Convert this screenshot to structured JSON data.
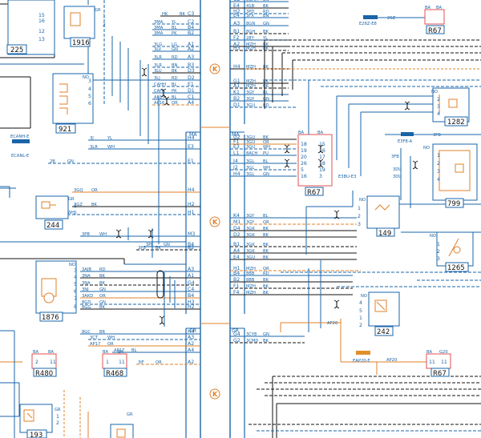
{
  "palette": {
    "blue": "#1a64a8",
    "orange": "#e0802a",
    "red": "#e05050",
    "black": "#111111",
    "green": "#2a8a3a",
    "splice": "#1a64a8",
    "splice_orange": "#e0902a"
  },
  "components": [
    {
      "id": "225"
    },
    {
      "id": "1916"
    },
    {
      "id": "921"
    },
    {
      "id": "244"
    },
    {
      "id": "1876"
    },
    {
      "id": "193"
    },
    {
      "id": "R480"
    },
    {
      "id": "R468"
    },
    {
      "id": "R67"
    },
    {
      "id": "1282"
    },
    {
      "id": "799"
    },
    {
      "id": "149"
    },
    {
      "id": "1265"
    },
    {
      "id": "242"
    }
  ],
  "k_markers": [
    "K",
    "K",
    "K"
  ],
  "left_connector": {
    "pins": [
      "C3",
      "C2",
      "B4",
      "B2",
      "A1",
      "A2",
      "A3",
      "B3",
      "D3",
      "D2",
      "E1",
      "D1",
      "C1",
      "A4",
      "H4",
      "E3",
      "E1",
      "H4",
      "H2",
      "H1",
      "M3",
      "B4",
      "B2",
      "A3",
      "A1",
      "G4",
      "C4",
      "B4",
      "H3",
      "H2",
      "H4",
      "A3",
      "A2",
      "A4",
      "A2"
    ],
    "names": [
      "MA",
      "GR"
    ],
    "wire_labels": [
      "HK",
      "3MA",
      "3MA",
      "3MA",
      "3LG",
      "3LV",
      "3LR",
      "3LR",
      "3LU",
      "3LJ",
      "CAHH",
      "CAHL",
      "AP17",
      "AP16",
      "3J",
      "3LR",
      "2B",
      "3GQ",
      "2GZ",
      "3PP",
      "3PB",
      "3PJ",
      "3PB",
      "3AJB",
      "3NA",
      "3NA",
      "3NJ",
      "3AKD",
      "8GD",
      "8GG",
      "8GC",
      "3CT",
      "AP17",
      "AP17",
      "3IF"
    ],
    "colors": [
      "BK",
      "YL",
      "BL",
      "PK",
      "LG",
      "GN",
      "RD",
      "BN",
      "BK",
      "RD",
      "BL",
      "PK",
      "BL",
      "OR",
      "YL",
      "WH",
      "GN",
      "OR",
      "BK",
      "WH",
      "WH",
      "GN",
      "BK",
      "RD",
      "BK",
      "BK",
      "GN",
      "OR",
      "GN",
      "BK",
      "BR",
      "WH",
      "OR",
      "BL",
      "OR"
    ]
  },
  "right_connector": {
    "pins": [
      "G2",
      "E4",
      "H2",
      "E4",
      "A3",
      "B1",
      "F2",
      "A2",
      "H3",
      "H4",
      "G1",
      "A1",
      "K1",
      "B2",
      "D1",
      "G2",
      "F1",
      "E3",
      "L1",
      "J4",
      "J2",
      "H4",
      "K4",
      "M1",
      "D4",
      "D2",
      "B1",
      "A4",
      "E4",
      "H1",
      "B4",
      "B2",
      "F1",
      "F4",
      "G4",
      "G2"
    ],
    "names": [
      "MA",
      "GR"
    ],
    "wire_labels": [
      "3GAH",
      "41B",
      "3PD",
      "3FX",
      "8GN",
      "8GH",
      "28Y",
      "MZH",
      "MZH",
      "MZH",
      "MZH",
      "MZH",
      "3GY",
      "3GY",
      "3GU",
      "3GU",
      "3GU",
      "3GU",
      "8ACH",
      "3GL",
      "3GL",
      "3GL",
      "3GY",
      "3GY",
      "3GK",
      "3GK",
      "3GK",
      "3GK",
      "3GU",
      "MZH",
      "8BB",
      "8BB",
      "MZH",
      "MZH",
      "3CY8",
      "3CMD"
    ],
    "colors": [
      "BN",
      "BK",
      "RD",
      "BN",
      "GN",
      "BK",
      "YL",
      "BK",
      "BK",
      "BK",
      "BK",
      "BK",
      "BL",
      "GN",
      "RD",
      "BK",
      "OR",
      "WH",
      "PU",
      "BL",
      "WH",
      "GN",
      "BL",
      "OR",
      "BK",
      "BK",
      "BK",
      "BK",
      "BK",
      "OR",
      "RD",
      "BK",
      "BK",
      "BK",
      "GN",
      "BK"
    ]
  },
  "splices": [
    "E26Z-E8",
    "ECANH-E",
    "ECANL-E",
    "E3F8-A",
    "E3BU-E3",
    "EAP20-E"
  ],
  "inner_labels": [
    "26Z",
    "3FB",
    "3FB",
    "3DU",
    "3DU",
    "AP20",
    "AP20",
    "NO",
    "NO",
    "NO",
    "NO",
    "NO",
    "NO",
    "NO",
    "GR",
    "GR",
    "GR",
    "GR",
    "GR",
    "BA",
    "BA",
    "BA",
    "BA",
    "BA",
    "BA",
    "BA",
    "BA",
    "G20",
    "BA"
  ],
  "pin_numbers": [
    "15",
    "16",
    "12",
    "13",
    "1",
    "2",
    "3",
    "4",
    "5",
    "6",
    "7",
    "8",
    "1",
    "2",
    "3",
    "4",
    "5",
    "6",
    "18",
    "19",
    "20",
    "26",
    "5",
    "16",
    "3",
    "15",
    "16",
    "17",
    "18",
    "19",
    "2",
    "3",
    "4",
    "1",
    "2",
    "3",
    "4",
    "5",
    "6",
    "1",
    "2",
    "3",
    "4",
    "1",
    "2",
    "1",
    "2",
    "3",
    "4",
    "5",
    "1",
    "2",
    "1",
    "2",
    "11",
    "11",
    "1"
  ]
}
